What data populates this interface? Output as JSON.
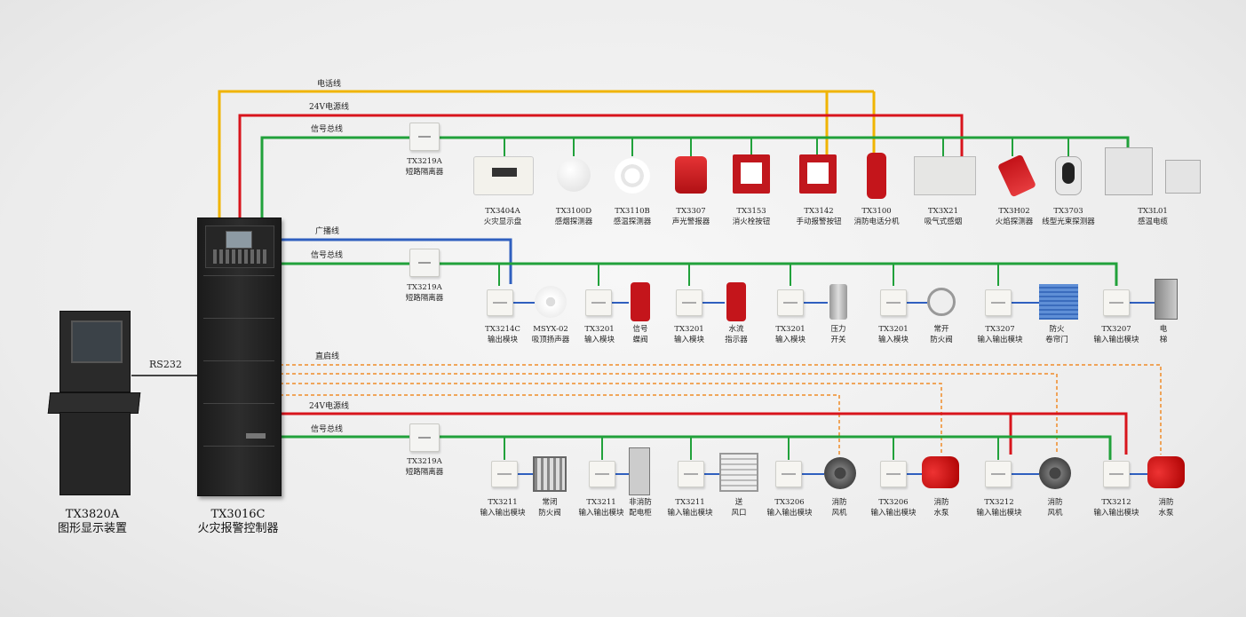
{
  "wire_labels": {
    "phone": "电话线",
    "power_24v_top": "24V电源线",
    "signal_bus_1": "信号总线",
    "broadcast": "广播线",
    "signal_bus_2": "信号总线",
    "rs232": "RS232",
    "direct_start": "直启线",
    "power_24v_bottom": "24V电源线",
    "signal_bus_3": "信号总线"
  },
  "colors": {
    "phone_line": "#f0b400",
    "power_line": "#d8141c",
    "signal_bus": "#21a13b",
    "broadcast_line": "#2f5fbf",
    "direct_start_line": "#f08c28"
  },
  "main_units": {
    "terminal": {
      "model": "TX3820A",
      "name": "图形显示装置"
    },
    "controller": {
      "model": "TX3016C",
      "name": "火灾报警控制器"
    }
  },
  "isolators": [
    {
      "model": "TX3219A",
      "name": "短路隔离器"
    },
    {
      "model": "TX3219A",
      "name": "短路隔离器"
    },
    {
      "model": "TX3219A",
      "name": "短路隔离器"
    }
  ],
  "row1": [
    {
      "lines": [
        "TX3404A",
        "火灾显示盘"
      ],
      "icon": "fire-display-panel-icon"
    },
    {
      "lines": [
        "TX3100D",
        "感烟探测器"
      ],
      "icon": "smoke-detector-icon"
    },
    {
      "lines": [
        "TX3110B",
        "感温探测器"
      ],
      "icon": "heat-detector-icon"
    },
    {
      "lines": [
        "TX3307",
        "声光警报器"
      ],
      "icon": "strobe-siren-icon"
    },
    {
      "lines": [
        "TX3153",
        "消火栓按钮"
      ],
      "icon": "hydrant-button-icon"
    },
    {
      "lines": [
        "TX3142",
        "手动报警按钮"
      ],
      "icon": "manual-call-point-icon"
    },
    {
      "lines": [
        "TX3100",
        "消防电话分机"
      ],
      "icon": "fire-telephone-icon"
    },
    {
      "lines": [
        "TX3X21",
        "吸气式感烟"
      ],
      "icon": "aspirating-smoke-icon"
    },
    {
      "lines": [
        "TX3H02",
        "火焰探测器"
      ],
      "icon": "flame-detector-icon"
    },
    {
      "lines": [
        "TX3703",
        "线型光束探测器"
      ],
      "icon": "beam-detector-icon"
    },
    {
      "lines": [
        "TX3L01",
        "感温电缆"
      ],
      "icon": "heat-cable-icon"
    }
  ],
  "row2": [
    {
      "lines": [
        "TX3214C",
        "输出模块"
      ],
      "icon": "output-module-icon"
    },
    {
      "lines": [
        "MSYX-02",
        "吸顶扬声器"
      ],
      "icon": "ceiling-speaker-icon"
    },
    {
      "lines": [
        "TX3201",
        "输入模块"
      ],
      "icon": "input-module-icon"
    },
    {
      "lines": [
        "信号",
        "蝶阀"
      ],
      "icon": "butterfly-valve-icon"
    },
    {
      "lines": [
        "TX3201",
        "输入模块"
      ],
      "icon": "input-module-icon"
    },
    {
      "lines": [
        "水流",
        "指示器"
      ],
      "icon": "flow-indicator-icon"
    },
    {
      "lines": [
        "TX3201",
        "输入模块"
      ],
      "icon": "input-module-icon"
    },
    {
      "lines": [
        "压力",
        "开关"
      ],
      "icon": "pressure-switch-icon"
    },
    {
      "lines": [
        "TX3201",
        "输入模块"
      ],
      "icon": "input-module-icon"
    },
    {
      "lines": [
        "常开",
        "防火阀"
      ],
      "icon": "fire-damper-icon"
    },
    {
      "lines": [
        "TX3207",
        "输入输出模块"
      ],
      "icon": "io-module-icon"
    },
    {
      "lines": [
        "防火",
        "卷帘门"
      ],
      "icon": "fire-shutter-icon"
    },
    {
      "lines": [
        "TX3207",
        "输入输出模块"
      ],
      "icon": "io-module-icon"
    },
    {
      "lines": [
        "电",
        "梯"
      ],
      "icon": "elevator-icon"
    }
  ],
  "row3": [
    {
      "lines": [
        "TX3211",
        "输入输出模块"
      ],
      "icon": "io-module-icon"
    },
    {
      "lines": [
        "常闭",
        "防火阀"
      ],
      "icon": "closed-damper-icon"
    },
    {
      "lines": [
        "TX3211",
        "输入输出模块"
      ],
      "icon": "io-module-icon"
    },
    {
      "lines": [
        "非消防",
        "配电柜"
      ],
      "icon": "distribution-cabinet-icon"
    },
    {
      "lines": [
        "TX3211",
        "输入输出模块"
      ],
      "icon": "io-module-icon"
    },
    {
      "lines": [
        "送",
        "风口"
      ],
      "icon": "air-vent-icon"
    },
    {
      "lines": [
        "TX3206",
        "输入输出模块"
      ],
      "icon": "io-module-icon"
    },
    {
      "lines": [
        "消防",
        "风机"
      ],
      "icon": "fan-icon"
    },
    {
      "lines": [
        "TX3206",
        "输入输出模块"
      ],
      "icon": "io-module-icon"
    },
    {
      "lines": [
        "消防",
        "水泵"
      ],
      "icon": "pump-icon"
    },
    {
      "lines": [
        "TX3212",
        "输入输出模块"
      ],
      "icon": "io-module-icon"
    },
    {
      "lines": [
        "消防",
        "风机"
      ],
      "icon": "fan-icon"
    },
    {
      "lines": [
        "TX3212",
        "输入输出模块"
      ],
      "icon": "io-module-icon"
    },
    {
      "lines": [
        "消防",
        "水泵"
      ],
      "icon": "pump-icon"
    }
  ]
}
